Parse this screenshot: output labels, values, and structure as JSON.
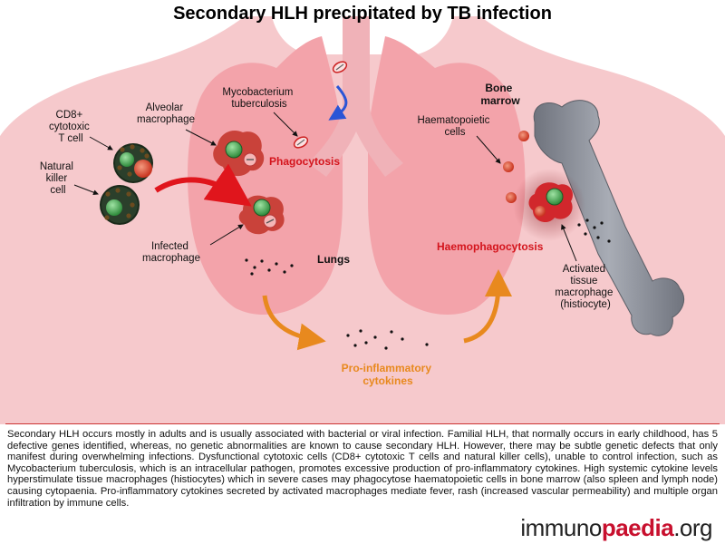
{
  "title": "Secondary HLH precipitated by TB infection",
  "labels": {
    "cd8": [
      "CD8+",
      "cytotoxic",
      "T cell"
    ],
    "nk": [
      "Natural",
      "killer",
      "cell"
    ],
    "alveolar": [
      "Alveolar",
      "macrophage"
    ],
    "mtb": [
      "Mycobacterium",
      "tuberculosis"
    ],
    "phagocytosis": "Phagocytosis",
    "infected": [
      "Infected",
      "macrophage"
    ],
    "lungs": "Lungs",
    "bone_marrow": [
      "Bone",
      "marrow"
    ],
    "haematopoietic": [
      "Haematopoietic",
      "cells"
    ],
    "haemophagocytosis": "Haemophagocytosis",
    "activated": [
      "Activated",
      "tissue",
      "macrophage",
      "(histiocyte)"
    ],
    "cytokines": [
      "Pro-inflammatory",
      "cytokines"
    ]
  },
  "caption": "Secondary HLH occurs mostly in adults and is usually associated with bacterial or viral infection. Familial HLH, that normally occurs in early childhood, has 5 defective genes identified, whereas, no genetic abnormalities are known to cause secondary HLH. However, there may be subtle genetic defects that only manifest during overwhelming infections. Dysfunctional cytotoxic cells (CD8+ cytotoxic T cells and natural killer cells), unable to control infection, such as Mycobacterium tuberculosis, which is an intracellular pathogen, promotes excessive production of pro-inflammatory cytokines. High systemic cytokine levels hyperstimulate tissue macrophages (histiocytes) which in severe cases may phagocytose haematopoietic cells in bone marrow (also spleen and lymph node) causing cytopaenia. Pro-inflammatory cytokines secreted by activated macrophages mediate fever, rash (increased vascular permeability) and multiple organ infiltration by immune cells.",
  "brand": {
    "part1": "immuno",
    "part2": "paedia",
    "part3": ".org"
  },
  "colors": {
    "body": "#f6c9cc",
    "lung": "#f3a3aa",
    "red": "#d4141c",
    "orange": "#e8891e",
    "bone": "#8e929c",
    "arrow_blue": "#2a55d6"
  }
}
